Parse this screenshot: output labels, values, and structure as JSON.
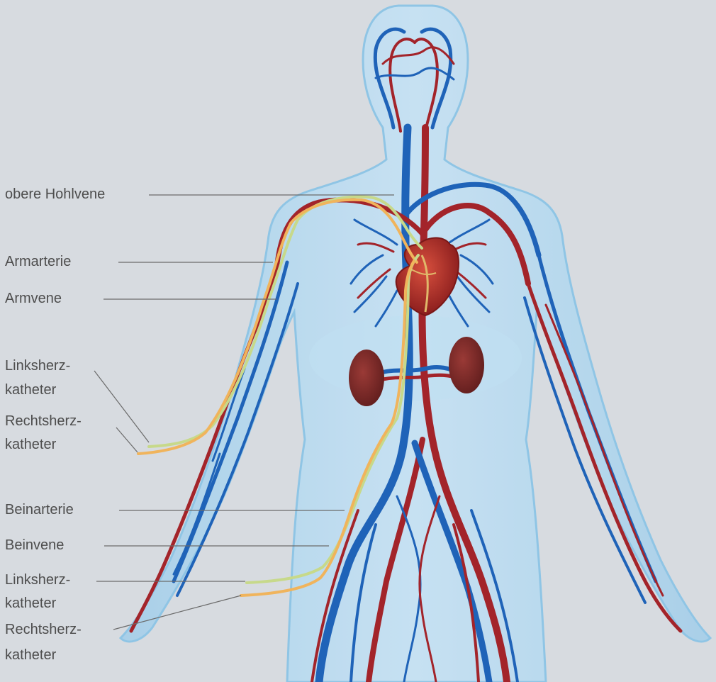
{
  "colors": {
    "background": "#d7dbe0",
    "body_fill": "#b9dbf0",
    "body_outline": "#8cc4e6",
    "artery": "#a3242a",
    "vein": "#1f63b8",
    "heart": "#b52a2a",
    "kidney": "#7a2a2a",
    "catheter_left": "#c7d98a",
    "catheter_right": "#f0b45c",
    "leader_line": "#6b6b6b",
    "label_text": "#4d4d4d"
  },
  "labels": {
    "vena_cava": "obere Hohlvene",
    "arm_artery": "Armarterie",
    "arm_vein": "Armvene",
    "arm_left_catheter_1": "Linksherz-",
    "arm_left_catheter_2": "katheter",
    "arm_right_catheter_1": "Rechtsherz-",
    "arm_right_catheter_2": "katheter",
    "leg_artery": "Beinarterie",
    "leg_vein": "Beinvene",
    "leg_left_catheter_1": "Linksherz-",
    "leg_left_catheter_2": "katheter",
    "leg_right_catheter_1": "Rechtsherz-",
    "leg_right_catheter_2": "katheter"
  }
}
